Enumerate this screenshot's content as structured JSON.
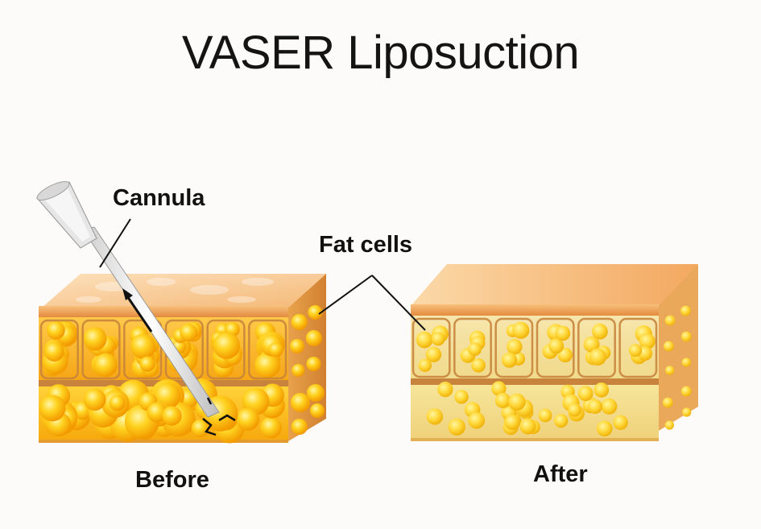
{
  "diagram": {
    "title": "VASER Liposuction",
    "labels": {
      "cannula": "Cannula",
      "fat_cells": "Fat cells",
      "before": "Before",
      "after": "After"
    },
    "colors": {
      "skin_top": "#f6c58e",
      "skin_edge": "#e89a55",
      "fat_bright": "#ffd23a",
      "fat_deep": "#f5a800",
      "membrane": "#c8843c",
      "after_fluid": "#f2e3a6",
      "cannula": "#f2f2f2"
    }
  }
}
